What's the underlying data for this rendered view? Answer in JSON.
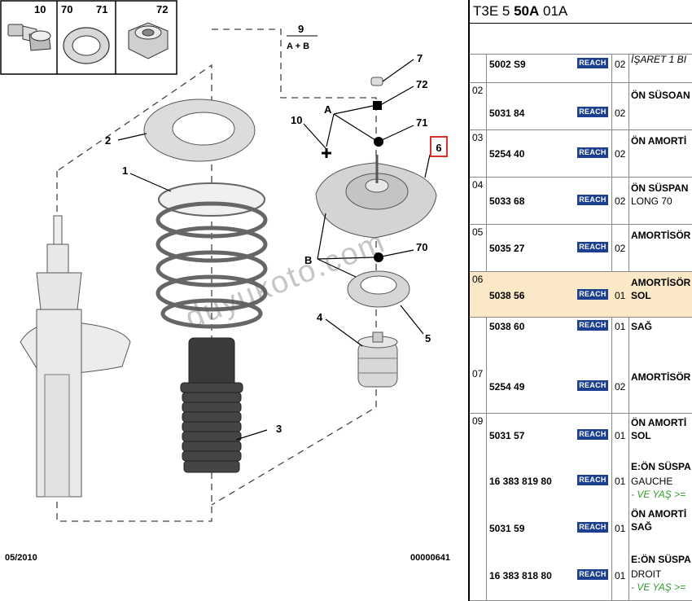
{
  "thumbs": [
    "10",
    "70",
    "71",
    "72"
  ],
  "callouts": {
    "c1": "1",
    "c2": "2",
    "c3": "3",
    "c4": "4",
    "c5": "5",
    "c7": "7",
    "c10": "10",
    "c70": "70",
    "c71": "71",
    "c72": "72",
    "cA": "A",
    "cB": "B",
    "c9": "9",
    "c9sub": "A + B"
  },
  "ref_box": "6",
  "footer_left": "05/2010",
  "footer_right": "00000641",
  "watermark": "duyukoto.com",
  "parts_title": {
    "a": "T3E 5 ",
    "b": "50A",
    "c": " 01A"
  },
  "reach_label": "REACH",
  "rows": [
    {
      "no": "",
      "pn": "5002 S9",
      "qty": "02",
      "desc": [
        "İŞARET 1 BI"
      ],
      "style": "i"
    },
    {
      "no": "02",
      "pn": "5031 84",
      "qty": "02",
      "desc": [
        "ÖN SÜSOAN"
      ],
      "style": "b"
    },
    {
      "no": "03",
      "pn": "5254 40",
      "qty": "02",
      "desc": [
        "ÖN AMORTİ"
      ],
      "style": "b"
    },
    {
      "no": "04",
      "pn": "5033 68",
      "qty": "02",
      "desc": [
        "ÖN SÜSPAN",
        "LONG 70"
      ],
      "style": "b"
    },
    {
      "no": "05",
      "pn": "5035 27",
      "qty": "02",
      "desc": [
        "AMORTİSÖR"
      ],
      "style": "b"
    },
    {
      "no": "06",
      "pn": "5038 56",
      "qty": "01",
      "desc": [
        "AMORTİSÖR",
        "SOL"
      ],
      "style": "b"
    },
    {
      "no": "",
      "pn": "5038 60",
      "qty": "01",
      "desc": [
        "SAĞ"
      ],
      "style": "b"
    },
    {
      "no": "07",
      "pn": "5254 49",
      "qty": "02",
      "desc": [
        "AMORTİSÖR"
      ],
      "style": "b"
    },
    {
      "no": "09",
      "pn": "5031 57",
      "qty": "01",
      "desc": [
        "ÖN AMORTİ",
        "SOL"
      ],
      "style": "b"
    },
    {
      "no": "",
      "pn": "16 383 819 80",
      "qty": "01",
      "desc": [
        "E:ÖN SÜSPA",
        "GAUCHE",
        "- VE YAŞ >="
      ],
      "style": "b"
    },
    {
      "no": "",
      "pn": "5031 59",
      "qty": "01",
      "desc": [
        "ÖN AMORTİ",
        "SAĞ"
      ],
      "style": "b"
    },
    {
      "no": "",
      "pn": "16 383 818 80",
      "qty": "01",
      "desc": [
        "E:ÖN SÜSPA",
        "DROIT",
        "- VE YAŞ >="
      ],
      "style": "b"
    }
  ]
}
